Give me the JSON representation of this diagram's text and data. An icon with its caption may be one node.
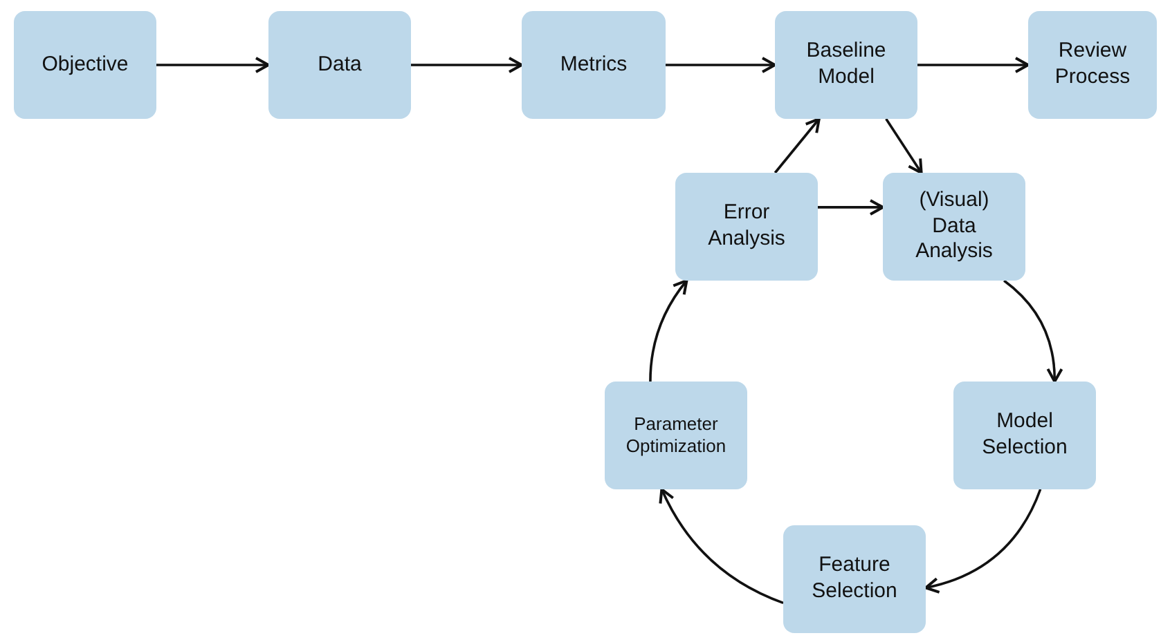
{
  "diagram": {
    "nodes": [
      {
        "text": [
          "Objective"
        ]
      },
      {
        "text": [
          "Data"
        ]
      },
      {
        "text": [
          "Metrics"
        ]
      },
      {
        "text": [
          "Baseline Model"
        ]
      },
      {
        "text": [
          "Review Process"
        ]
      },
      {
        "text": [
          "Error Analysis"
        ]
      },
      {
        "text": [
          "(Visual) Data Analysis"
        ]
      },
      {
        "text": [
          "Model Selection"
        ]
      },
      {
        "text": [
          "Feature Selection"
        ]
      },
      {
        "text": [
          "Parameter Optimization"
        ]
      }
    ],
    "edges": [
      {
        "from": 0,
        "to": 1,
        "arrow": "to"
      },
      {
        "from": 1,
        "to": 2,
        "arrow": "to"
      },
      {
        "from": 2,
        "to": 3,
        "arrow": "to"
      },
      {
        "from": 3,
        "to": 4,
        "arrow": "to"
      },
      {
        "from": 5,
        "to": 3,
        "arrow": "to"
      },
      {
        "from": 3,
        "to": 6,
        "arrow": "to"
      },
      {
        "from": 5,
        "to": 6,
        "arrow": "to"
      },
      {
        "from": 6,
        "to": 7,
        "arrow": "to"
      },
      {
        "from": 7,
        "to": 8,
        "arrow": "to"
      },
      {
        "from": 8,
        "to": 9,
        "arrow": "to"
      },
      {
        "from": 9,
        "to": 5,
        "arrow": "to"
      }
    ]
  }
}
